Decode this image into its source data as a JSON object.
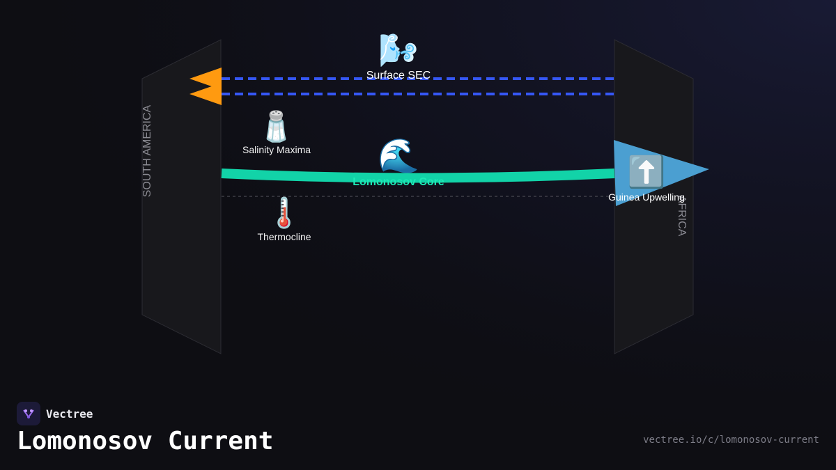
{
  "brand": {
    "name": "Vectree",
    "logo_icon": "vectree-logo-icon"
  },
  "title": "Lomonosov Current",
  "url": "vectree.io/c/lomonosov-current",
  "walls": {
    "left": "SOUTH AMERICA",
    "right": "AFRICA"
  },
  "labels": {
    "surface": "Surface SEC",
    "salinity": "Salinity Maxima",
    "core": "Lomonosov Core",
    "thermocline": "Thermocline",
    "upwelling": "Guinea Upwelling"
  },
  "icons": {
    "surface": "🌬️",
    "salinity": "🧂",
    "core": "🌊",
    "thermocline": "🌡️",
    "upwelling": "⬆️"
  },
  "colors": {
    "background": "#0e0e13",
    "surface_current": "#3557f5",
    "surface_arrow": "#ff9a10",
    "core_current": "#12d3a8",
    "core_label": "#1de9b6",
    "upwelling_arrow": "#4ea7db",
    "wall_fill": "#18181c",
    "wall_text": "#8a8a92"
  }
}
